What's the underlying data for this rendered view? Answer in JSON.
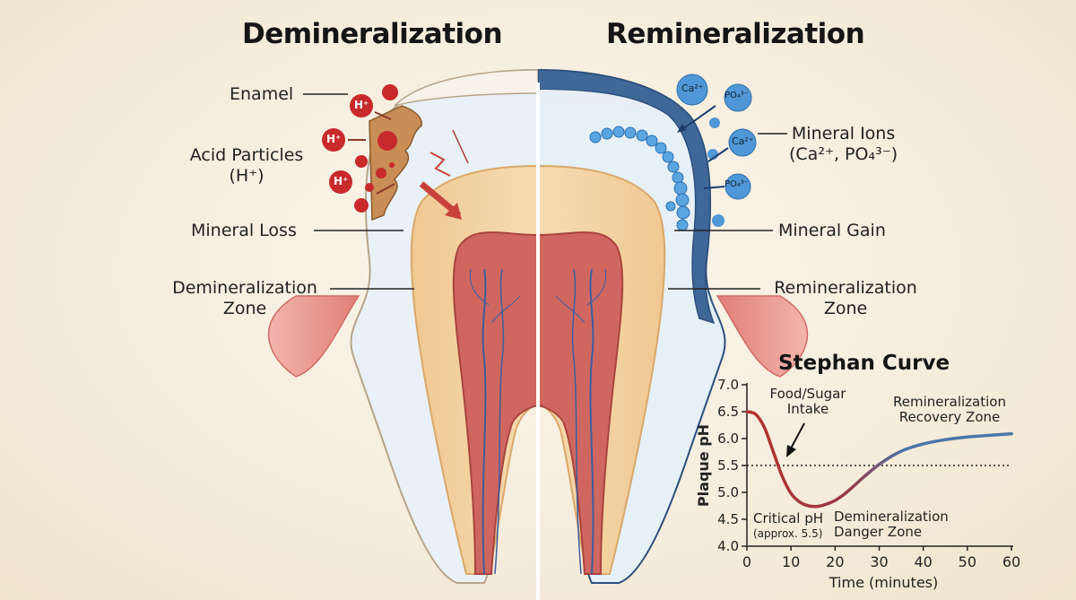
{
  "titles": {
    "left": "Demineralization",
    "right": "Remineralization"
  },
  "left_labels": {
    "enamel": "Enamel",
    "acid_particles_1": "Acid Particles",
    "acid_particles_2": "(H⁺)",
    "mineral_loss": "Mineral Loss",
    "zone_1": "Demineralization",
    "zone_2": "Zone"
  },
  "right_labels": {
    "ions_1": "Mineral Ions",
    "ions_2": "(Ca²⁺, PO₄³⁻)",
    "mineral_gain": "Mineral Gain",
    "zone_1": "Remineralization",
    "zone_2": "Zone"
  },
  "particles": {
    "h_plus": "H⁺",
    "ca": "Ca²⁺",
    "po4": "PO₄³⁻"
  },
  "colors": {
    "acid": "#c8292b",
    "ion": "#4f97d6",
    "enamel_remineralized": "#3f6898",
    "pulp": "#c95e57",
    "curve_low": "#b5302c",
    "curve_high": "#4a76a8"
  },
  "chart_data": {
    "type": "line",
    "title": "Stephan Curve",
    "xlabel": "Time (minutes)",
    "ylabel": "Plaque pH",
    "xlim": [
      0,
      60
    ],
    "ylim": [
      4.0,
      7.0
    ],
    "x_ticks": [
      "0",
      "10",
      "20",
      "30",
      "40",
      "50",
      "60"
    ],
    "y_ticks": [
      "4.0",
      "4.5",
      "5.0",
      "5.5",
      "6.0",
      "6.5",
      "7.0"
    ],
    "critical_ph": 5.5,
    "x": [
      0,
      2,
      4,
      6,
      8,
      10,
      12,
      14,
      16,
      18,
      20,
      22,
      24,
      26,
      28,
      30,
      33,
      36,
      40,
      45,
      50,
      55,
      60
    ],
    "y": [
      6.5,
      6.45,
      6.2,
      5.75,
      5.3,
      4.98,
      4.82,
      4.75,
      4.74,
      4.78,
      4.85,
      4.96,
      5.1,
      5.25,
      5.39,
      5.52,
      5.68,
      5.8,
      5.9,
      5.98,
      6.03,
      6.06,
      6.09
    ],
    "annotations": {
      "food_1": "Food/Sugar",
      "food_2": "Intake",
      "recovery_1": "Remineralization",
      "recovery_2": "Recovery Zone",
      "critical_1": "Critical pH",
      "critical_2": "(approx. 5.5)",
      "danger_1": "Demineralization",
      "danger_2": "Danger Zone"
    }
  }
}
